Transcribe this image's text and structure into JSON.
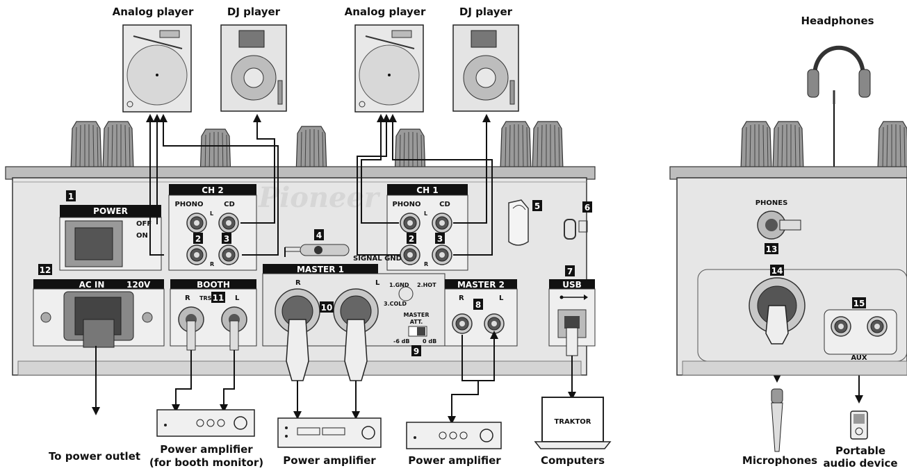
{
  "devices": {
    "analog_player": "Analog player",
    "dj_player": "DJ player",
    "headphones": "Headphones",
    "to_power_outlet": "To power outlet",
    "power_amp_booth_line1": "Power amplifier",
    "power_amp_booth_line2": "(for booth monitor)",
    "power_amplifier": "Power amplifier",
    "computers": "Computers",
    "computer_screen": "TRAKTOR",
    "microphones": "Microphones",
    "portable_line1": "Portable",
    "portable_line2": "audio device"
  },
  "panel": {
    "brand": "Pioneer",
    "power": "POWER",
    "power_off": "OFF",
    "power_on": "ON",
    "ch2": "CH 2",
    "ch1": "CH 1",
    "phono": "PHONO",
    "cd": "CD",
    "l": "L",
    "r": "R",
    "signal_gnd": "SIGNAL GND",
    "master1": "MASTER 1",
    "master2": "MASTER 2",
    "ac_in": "AC IN",
    "ac_voltage": "120V",
    "booth": "BOOTH",
    "trs": "TRS",
    "usb": "USB",
    "pin1": "1.GND",
    "pin2": "2.HOT",
    "pin3": "3.COLD",
    "master_att_line1": "MASTER",
    "master_att_line2": "ATT.",
    "att_low": "-6 dB",
    "att_high": "0 dB",
    "phones": "PHONES",
    "aux": "AUX"
  },
  "callouts": {
    "n1": "1",
    "n2": "2",
    "n3": "3",
    "n4": "4",
    "n5": "5",
    "n6": "6",
    "n7": "7",
    "n8": "8",
    "n9": "9",
    "n10": "10",
    "n11": "11",
    "n12": "12",
    "n13": "13",
    "n14": "14",
    "n15": "15"
  }
}
